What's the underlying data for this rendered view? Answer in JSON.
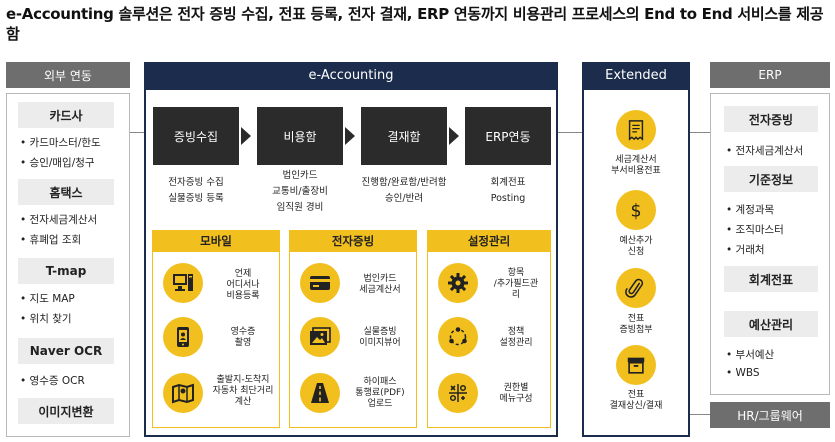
{
  "title": "e-Accounting 솔루션은 전자 증빙 수집, 전표 등록, 전자 결재, ERP 연동까지 비용관리 프로세스의 End to End 서비스를 제공함",
  "external": {
    "header": "외부 연동",
    "groups": [
      {
        "name": "카드사",
        "items": [
          "카드마스터/한도",
          "승인/매입/청구"
        ]
      },
      {
        "name": "홈택스",
        "items": [
          "전자세금계산서",
          "휴폐업 조회"
        ]
      },
      {
        "name": "T-map",
        "items": [
          "지도 MAP",
          "위치 찾기"
        ]
      },
      {
        "name": "Naver OCR",
        "items": [
          "영수증 OCR"
        ]
      },
      {
        "name": "이미지변환",
        "items": []
      }
    ]
  },
  "eacc": {
    "header": "e-Accounting",
    "steps": [
      {
        "label": "증빙수집",
        "subs": [
          "전자증빙 수집",
          "실물증빙 등록"
        ]
      },
      {
        "label": "비용함",
        "subs": [
          "법인카드",
          "교통비/출장비",
          "임직원 경비"
        ]
      },
      {
        "label": "결재함",
        "subs": [
          "진행함/완료함/반려함",
          "승인/반려"
        ]
      },
      {
        "label": "ERP연동",
        "subs": [
          "회계전표",
          "Posting"
        ]
      }
    ],
    "categories": [
      {
        "header": "모바일",
        "items": [
          {
            "icon": "desktop-icon",
            "text": "언제\n어디서나\n비용등록"
          },
          {
            "icon": "receipt-photo-icon",
            "text": "영수증\n촬영"
          },
          {
            "icon": "map-icon",
            "text": "출발지-도착지\n자동차 최단거리\n계산"
          }
        ]
      },
      {
        "header": "전자증빙",
        "items": [
          {
            "icon": "card-icon",
            "text": "법인카드\n세금계산서"
          },
          {
            "icon": "image-viewer-icon",
            "text": "실물증빙\n이미지뷰어"
          },
          {
            "icon": "highway-icon",
            "text": "하이패스\n통행료(PDF)\n업로드"
          }
        ]
      },
      {
        "header": "설정관리",
        "items": [
          {
            "icon": "gear-icon",
            "text": "항목\n/추가필드관\n리"
          },
          {
            "icon": "policy-cycle-icon",
            "text": "정책\n설정관리"
          },
          {
            "icon": "permission-grid-icon",
            "text": "권한별\n메뉴구성"
          }
        ]
      }
    ]
  },
  "extended": {
    "header": "Extended",
    "items": [
      {
        "icon": "invoice-icon",
        "text": "세금계산서\n부서비용전표"
      },
      {
        "icon": "dollar-icon",
        "text": "예산추가\n신청"
      },
      {
        "icon": "paperclip-icon",
        "text": "전표\n증빙첨부"
      },
      {
        "icon": "archive-box-icon",
        "text": "전표\n결재상신/결재"
      }
    ]
  },
  "erp": {
    "header": "ERP",
    "groups": [
      {
        "name": "전자증빙",
        "items": [
          "전자세금계산서"
        ]
      },
      {
        "name": "기준정보",
        "items": [
          "계정과목",
          "조직마스터",
          "거래처"
        ]
      },
      {
        "name": "회계전표",
        "items": []
      },
      {
        "name": "예산관리",
        "items": [
          "부서예산",
          "WBS"
        ]
      }
    ],
    "hr_label": "HR/그룹웨어"
  }
}
